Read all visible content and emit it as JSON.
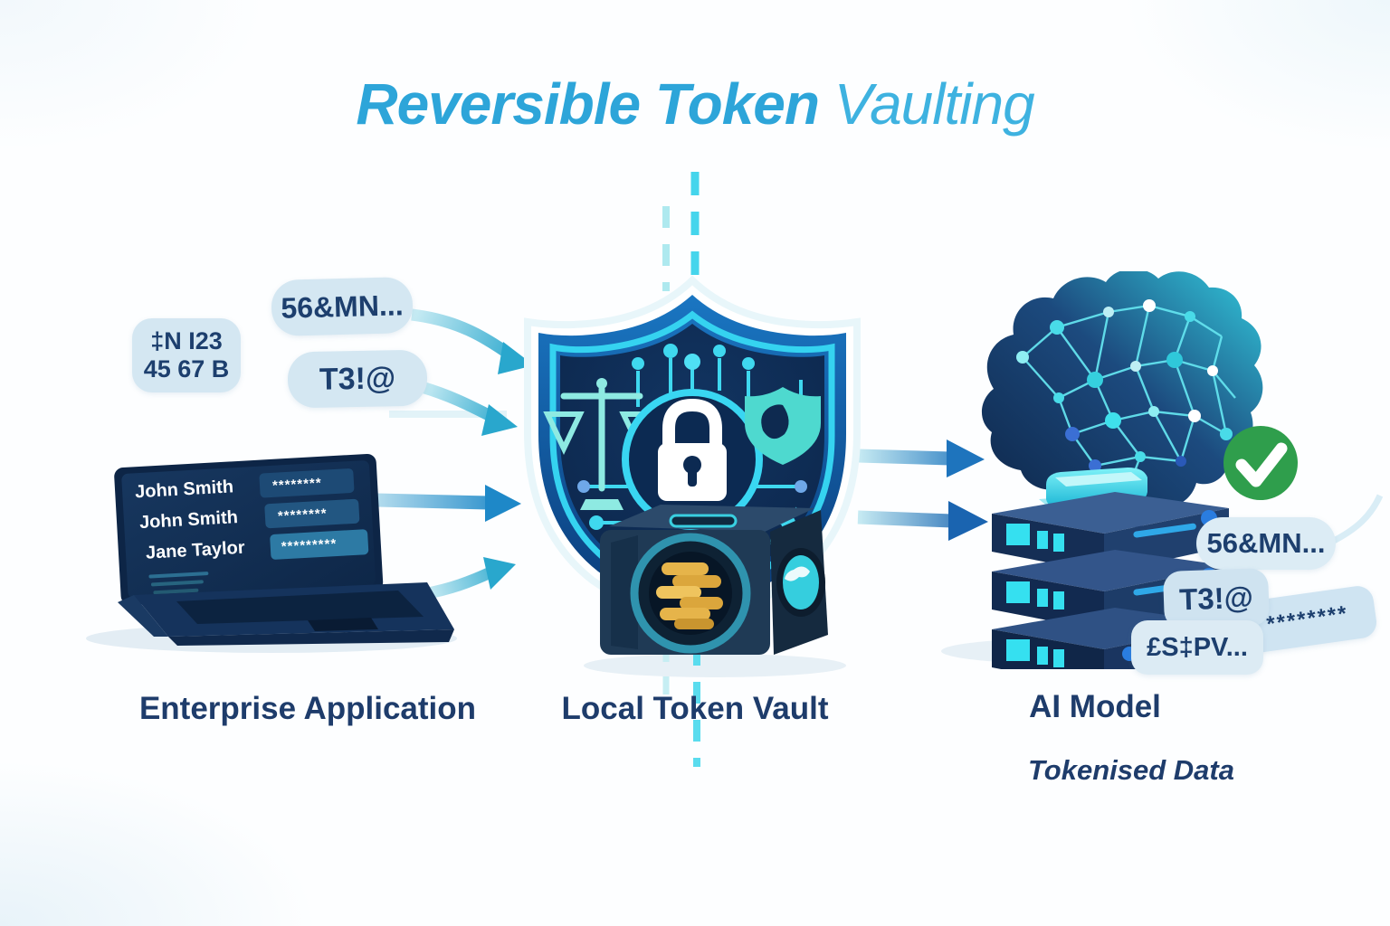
{
  "title": {
    "bold": "Reversible Token",
    "light": " Vaulting"
  },
  "colors": {
    "accent_blue": "#2da5d9",
    "navy_text": "#1e3c6b",
    "bubble_bg": "#d4e7f2",
    "arrow_blue": "#1e88c8",
    "cyan_glow": "#35d3f0",
    "check_green": "#2f9e4c",
    "coin_gold": "#e8b84b"
  },
  "left": {
    "label": "Enterprise Application",
    "id_bubble": {
      "line1": "‡N I23",
      "line2": "45 67 B"
    },
    "token_bubble_1": "56&MN...",
    "token_bubble_2": "T3!@",
    "laptop_rows": [
      {
        "name": "John Smith",
        "mask": "********"
      },
      {
        "name": "John Smith",
        "mask": "********"
      },
      {
        "name": "Jane Taylor",
        "mask": "*********"
      }
    ]
  },
  "center": {
    "label": "Local Token Vault"
  },
  "right": {
    "label": "AI Model",
    "sublabel": "Tokenised Data",
    "token_bubble_1": "56&MN...",
    "token_bubble_2": "T3!@",
    "token_bubble_3": "£S‡PV...",
    "mask_bubble": "********"
  }
}
